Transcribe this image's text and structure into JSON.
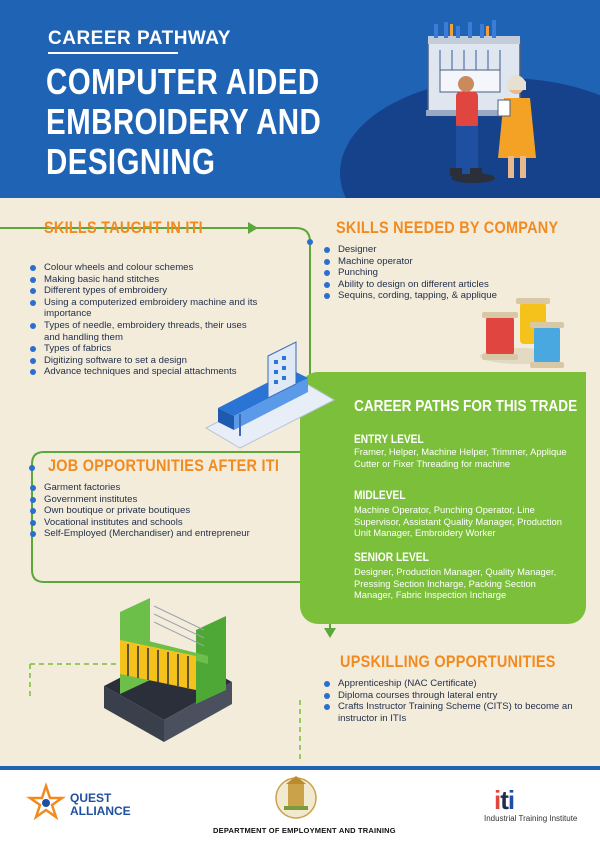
{
  "header": {
    "kicker": "CAREER PATHWAY",
    "title": "COMPUTER AIDED\nEMBROIDERY AND\nDESIGNING"
  },
  "skills_iti": {
    "title": "SKILLS TAUGHT IN ITI",
    "items": [
      "Colour wheels and colour schemes",
      "Making basic hand stitches",
      "Different types of embroidery",
      "Using a computerized embroidery machine and its importance",
      "Types of needle, embroidery threads, their uses and handling them",
      "Types of fabrics",
      "Digitizing software to set a design",
      "Advance techniques and special attachments"
    ]
  },
  "skills_company": {
    "title": "SKILLS NEEDED BY COMPANY",
    "items": [
      "Designer",
      "Machine operator",
      "Punching",
      "Ability to design on different articles",
      "Sequins, cording, tapping, & applique"
    ]
  },
  "career_paths": {
    "title": "CAREER PATHS FOR THIS TRADE",
    "levels": [
      {
        "title": "ENTRY LEVEL",
        "text": "Framer, Helper, Machine Helper, Trimmer, Applique Cutter or Fixer Threading for machine"
      },
      {
        "title": "MIDLEVEL",
        "text": "Machine Operator, Punching Operator, Line Supervisor, Assistant Quality Manager, Production Unit Manager, Embroidery Worker"
      },
      {
        "title": "SENIOR LEVEL",
        "text": "Designer, Production Manager, Quality Manager, Pressing Section Incharge, Packing Section Manager, Fabric Inspection Incharge"
      }
    ]
  },
  "job_opportunities": {
    "title": "JOB OPPORTUNITIES AFTER ITI",
    "items": [
      "Garment factories",
      "Government institutes",
      "Own boutique or private boutiques",
      "Vocational institutes and schools",
      "Self-Employed (Merchandiser) and entrepreneur"
    ]
  },
  "upskilling": {
    "title": "UPSKILLING OPPORTUNITIES",
    "items": [
      "Apprenticeship (NAC Certificate)",
      "Diploma courses through lateral entry",
      "Crafts Instructor Training Scheme (CITS) to become an instructor in ITIs"
    ]
  },
  "footer": {
    "quest_line1": "QUEST",
    "quest_line2": "ALLIANCE",
    "department": "DEPARTMENT OF EMPLOYMENT AND TRAINING",
    "iti_logo": "iti",
    "iti_name": "Industrial Training Institute"
  },
  "colors": {
    "header_blue": "#1f63b5",
    "accent_orange": "#f28a1e",
    "path_green": "#5aa83a",
    "card_green": "#7bbf3a",
    "background": "#f3ecdb"
  },
  "icons": [
    "designer-illustration",
    "thread-spools-illustration",
    "embroidery-machine-illustration",
    "loom-illustration",
    "quest-alliance-logo",
    "tamil-nadu-emblem",
    "iti-logo"
  ]
}
